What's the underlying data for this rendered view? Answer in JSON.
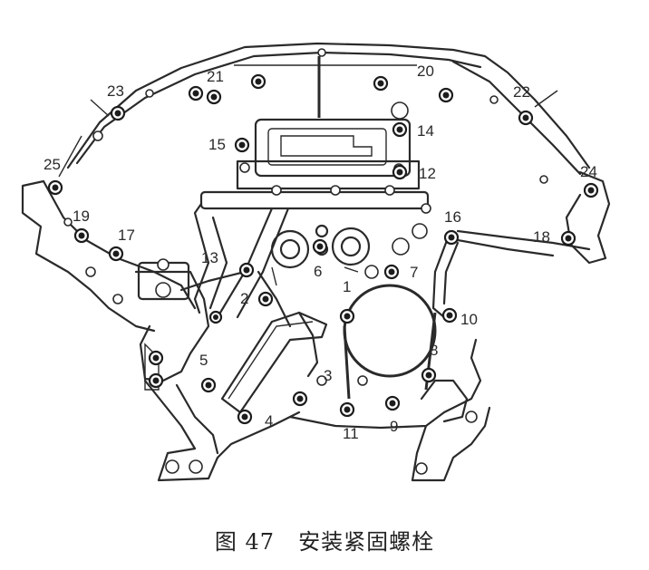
{
  "figure": {
    "number": "图 47",
    "title": "安装紧固螺栓"
  },
  "callouts": [
    "1",
    "2",
    "3",
    "4",
    "5",
    "6",
    "7",
    "8",
    "9",
    "10",
    "11",
    "12",
    "13",
    "14",
    "15",
    "16",
    "17",
    "18",
    "19",
    "20",
    "21",
    "22",
    "23",
    "24",
    "25"
  ]
}
